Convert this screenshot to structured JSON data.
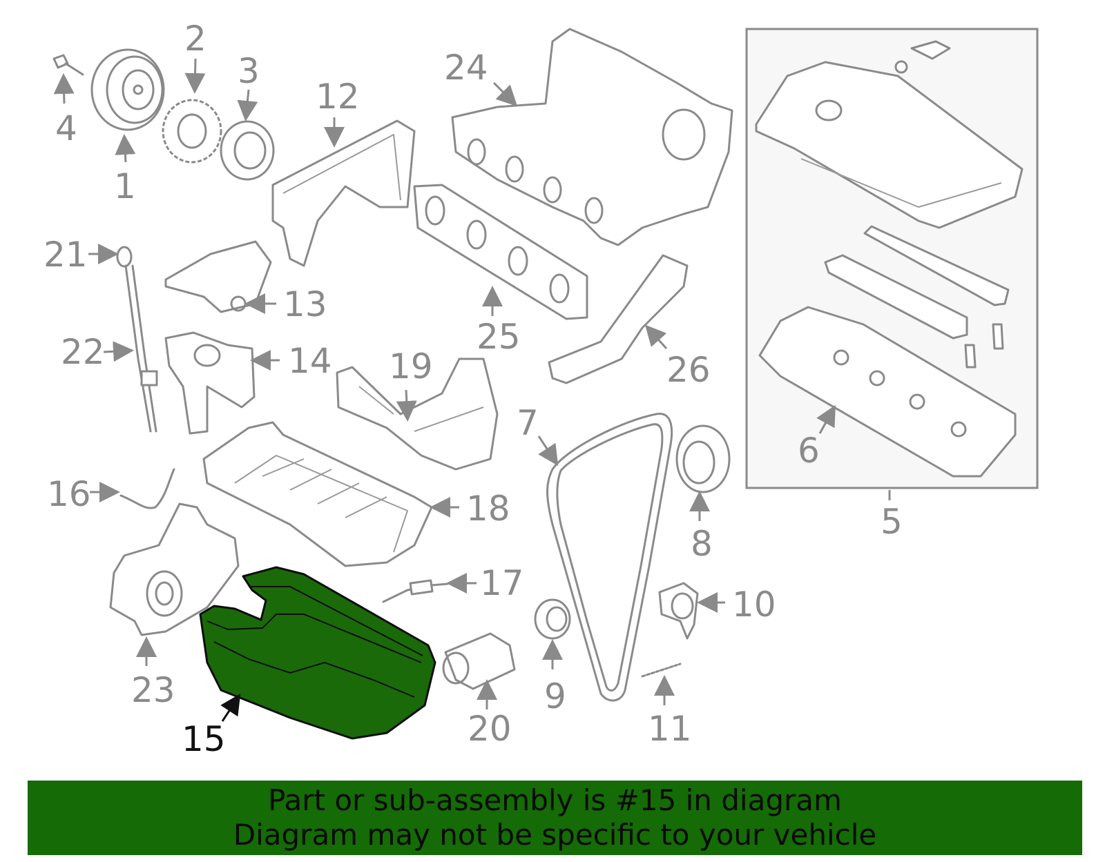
{
  "diagram": {
    "highlighted_part": "15",
    "highlight_color": "#156b05",
    "callouts": [
      "1",
      "2",
      "3",
      "4",
      "5",
      "6",
      "7",
      "8",
      "9",
      "10",
      "11",
      "12",
      "13",
      "14",
      "15",
      "16",
      "17",
      "18",
      "19",
      "20",
      "21",
      "22",
      "23",
      "24",
      "25",
      "26"
    ]
  },
  "banner": {
    "line1": "Part or sub-assembly is #15 in diagram",
    "line2": "Diagram may not be specific to your vehicle"
  }
}
